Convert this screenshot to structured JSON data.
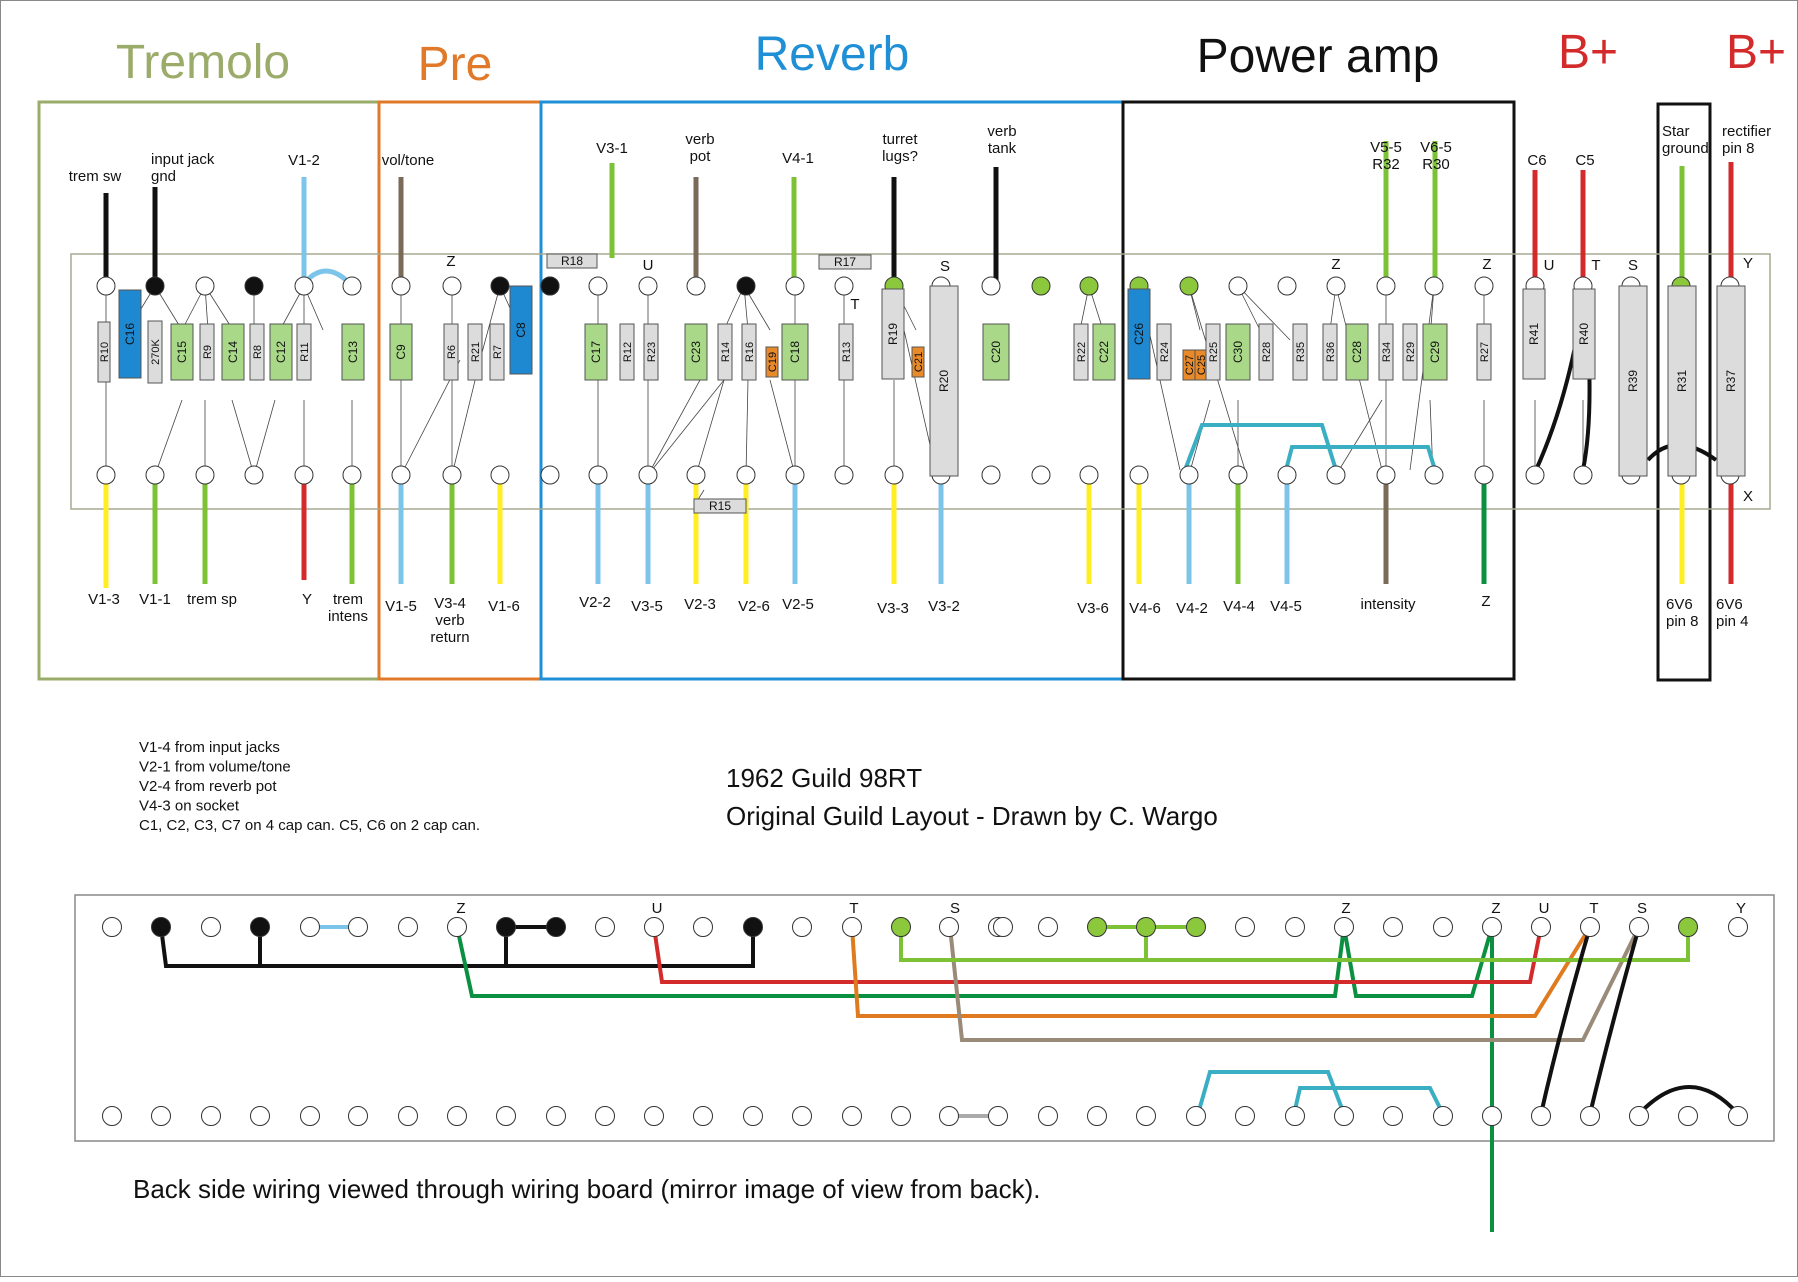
{
  "sections": {
    "tremolo": {
      "label": "Tremolo",
      "color": "#9aab6a"
    },
    "pre": {
      "label": "Pre",
      "color": "#e07a2a"
    },
    "reverb": {
      "label": "Reverb",
      "color": "#1f8fd6"
    },
    "power": {
      "label": "Power amp",
      "color": "#111111"
    },
    "bplus1": {
      "label": "B+",
      "color": "#d32b2b"
    },
    "bplus2": {
      "label": "B+",
      "color": "#d32b2b"
    }
  },
  "top_labels": [
    {
      "id": "trem-sw",
      "lines": [
        "trem sw"
      ]
    },
    {
      "id": "input-jack",
      "lines": [
        "input jack",
        "gnd"
      ]
    },
    {
      "id": "v1-2",
      "lines": [
        "V1-2"
      ]
    },
    {
      "id": "vol-tone",
      "lines": [
        "vol/tone"
      ]
    },
    {
      "id": "v3-1",
      "lines": [
        "V3-1"
      ]
    },
    {
      "id": "verb-pot",
      "lines": [
        "verb",
        "pot"
      ]
    },
    {
      "id": "v4-1",
      "lines": [
        "V4-1"
      ]
    },
    {
      "id": "turret",
      "lines": [
        "turret",
        "lugs?"
      ]
    },
    {
      "id": "verb-tank",
      "lines": [
        "verb",
        "tank"
      ]
    },
    {
      "id": "v5-5",
      "lines": [
        "V5-5",
        "R32"
      ]
    },
    {
      "id": "v6-5",
      "lines": [
        "V6-5",
        "R30"
      ]
    },
    {
      "id": "c6-top",
      "lines": [
        "C6"
      ]
    },
    {
      "id": "c5-top",
      "lines": [
        "C5"
      ]
    },
    {
      "id": "star-ground",
      "lines": [
        "Star",
        "ground"
      ]
    },
    {
      "id": "rect-pin8",
      "lines": [
        "rectifier",
        "pin 8"
      ]
    }
  ],
  "bottom_labels": [
    {
      "id": "v1-3",
      "lines": [
        "V1-3"
      ]
    },
    {
      "id": "v1-1",
      "lines": [
        "V1-1"
      ]
    },
    {
      "id": "trem-sp",
      "lines": [
        "trem sp"
      ]
    },
    {
      "id": "y-bot",
      "lines": [
        "Y"
      ]
    },
    {
      "id": "trem-intens",
      "lines": [
        "trem",
        "intens"
      ]
    },
    {
      "id": "v1-5",
      "lines": [
        "V1-5"
      ]
    },
    {
      "id": "v3-4",
      "lines": [
        "V3-4",
        "verb",
        "return"
      ]
    },
    {
      "id": "v1-6",
      "lines": [
        "V1-6"
      ]
    },
    {
      "id": "v2-2",
      "lines": [
        "V2-2"
      ]
    },
    {
      "id": "v3-5",
      "lines": [
        "V3-5"
      ]
    },
    {
      "id": "v2-3",
      "lines": [
        "V2-3"
      ]
    },
    {
      "id": "v2-6",
      "lines": [
        "V2-6"
      ]
    },
    {
      "id": "v2-5",
      "lines": [
        "V2-5"
      ]
    },
    {
      "id": "v3-3",
      "lines": [
        "V3-3"
      ]
    },
    {
      "id": "v3-2",
      "lines": [
        "V3-2"
      ]
    },
    {
      "id": "v3-6",
      "lines": [
        "V3-6"
      ]
    },
    {
      "id": "v4-6",
      "lines": [
        "V4-6"
      ]
    },
    {
      "id": "v4-2",
      "lines": [
        "V4-2"
      ]
    },
    {
      "id": "v4-4",
      "lines": [
        "V4-4"
      ]
    },
    {
      "id": "v4-5",
      "lines": [
        "V4-5"
      ]
    },
    {
      "id": "intensity",
      "lines": [
        "intensity"
      ]
    },
    {
      "id": "z-bot",
      "lines": [
        "Z"
      ]
    },
    {
      "id": "6v6-pin8",
      "lines": [
        "6V6",
        "pin 8"
      ]
    },
    {
      "id": "6v6-pin4",
      "lines": [
        "6V6",
        "pin 4"
      ]
    }
  ],
  "board_letters": [
    {
      "id": "z1",
      "text": "Z"
    },
    {
      "id": "u1",
      "text": "U"
    },
    {
      "id": "t1",
      "text": "T"
    },
    {
      "id": "s1",
      "text": "S"
    },
    {
      "id": "z2",
      "text": "Z"
    },
    {
      "id": "z3",
      "text": "Z"
    },
    {
      "id": "u2",
      "text": "U"
    },
    {
      "id": "t2",
      "text": "T"
    },
    {
      "id": "s2",
      "text": "S"
    },
    {
      "id": "y1",
      "text": "Y"
    },
    {
      "id": "x1",
      "text": "X"
    }
  ],
  "components": [
    {
      "id": "R10",
      "label": "R10",
      "kind": "resistor"
    },
    {
      "id": "C16",
      "label": "C16",
      "kind": "cap-blue"
    },
    {
      "id": "270K",
      "label": "270K",
      "kind": "resistor"
    },
    {
      "id": "C15",
      "label": "C15",
      "kind": "cap-green"
    },
    {
      "id": "R9",
      "label": "R9",
      "kind": "resistor"
    },
    {
      "id": "C14",
      "label": "C14",
      "kind": "cap-green"
    },
    {
      "id": "R8",
      "label": "R8",
      "kind": "resistor"
    },
    {
      "id": "C12",
      "label": "C12",
      "kind": "cap-green"
    },
    {
      "id": "R11",
      "label": "R11",
      "kind": "resistor"
    },
    {
      "id": "C13",
      "label": "C13",
      "kind": "cap-green"
    },
    {
      "id": "C9",
      "label": "C9",
      "kind": "cap-green"
    },
    {
      "id": "R6",
      "label": "R6",
      "kind": "resistor"
    },
    {
      "id": "R21",
      "label": "R21",
      "kind": "resistor"
    },
    {
      "id": "R7",
      "label": "R7",
      "kind": "resistor"
    },
    {
      "id": "C8",
      "label": "C8",
      "kind": "cap-blue"
    },
    {
      "id": "C17",
      "label": "C17",
      "kind": "cap-green"
    },
    {
      "id": "R12",
      "label": "R12",
      "kind": "resistor"
    },
    {
      "id": "R23",
      "label": "R23",
      "kind": "resistor"
    },
    {
      "id": "C23",
      "label": "C23",
      "kind": "cap-green"
    },
    {
      "id": "R14",
      "label": "R14",
      "kind": "resistor"
    },
    {
      "id": "R16",
      "label": "R16",
      "kind": "resistor"
    },
    {
      "id": "C19",
      "label": "C19",
      "kind": "cap-orange"
    },
    {
      "id": "C18",
      "label": "C18",
      "kind": "cap-green"
    },
    {
      "id": "R13",
      "label": "R13",
      "kind": "resistor"
    },
    {
      "id": "R19",
      "label": "R19",
      "kind": "resistor"
    },
    {
      "id": "C21",
      "label": "C21",
      "kind": "cap-orange"
    },
    {
      "id": "R20",
      "label": "R20",
      "kind": "resistor"
    },
    {
      "id": "C20",
      "label": "C20",
      "kind": "cap-green"
    },
    {
      "id": "R22",
      "label": "R22",
      "kind": "resistor"
    },
    {
      "id": "C22",
      "label": "C22",
      "kind": "cap-green"
    },
    {
      "id": "C26",
      "label": "C26",
      "kind": "cap-blue"
    },
    {
      "id": "R24",
      "label": "R24",
      "kind": "resistor"
    },
    {
      "id": "C27",
      "label": "C27",
      "kind": "cap-orange"
    },
    {
      "id": "C25",
      "label": "C25",
      "kind": "cap-orange"
    },
    {
      "id": "R25",
      "label": "R25",
      "kind": "resistor"
    },
    {
      "id": "C30",
      "label": "C30",
      "kind": "cap-green"
    },
    {
      "id": "R28",
      "label": "R28",
      "kind": "resistor"
    },
    {
      "id": "R35",
      "label": "R35",
      "kind": "resistor"
    },
    {
      "id": "R36",
      "label": "R36",
      "kind": "resistor"
    },
    {
      "id": "C28",
      "label": "C28",
      "kind": "cap-green"
    },
    {
      "id": "R34",
      "label": "R34",
      "kind": "resistor"
    },
    {
      "id": "R29",
      "label": "R29",
      "kind": "resistor"
    },
    {
      "id": "C29",
      "label": "C29",
      "kind": "cap-green"
    },
    {
      "id": "R27",
      "label": "R27",
      "kind": "resistor"
    },
    {
      "id": "R41",
      "label": "R41",
      "kind": "resistor"
    },
    {
      "id": "R40",
      "label": "R40",
      "kind": "resistor"
    },
    {
      "id": "R39",
      "label": "R39",
      "kind": "resistor"
    },
    {
      "id": "R31",
      "label": "R31",
      "kind": "resistor"
    },
    {
      "id": "R37",
      "label": "R37",
      "kind": "resistor"
    },
    {
      "id": "R18",
      "label": "R18",
      "kind": "resistor"
    },
    {
      "id": "R17",
      "label": "R17",
      "kind": "resistor"
    },
    {
      "id": "R15",
      "label": "R15",
      "kind": "resistor"
    }
  ],
  "notes": [
    "V1-4 from input jacks",
    "V2-1 from volume/tone",
    "V2-4 from reverb pot",
    "V4-3 on socket",
    "C1, C2, C3, C7 on 4 cap can.  C5, C6 on 2 cap can."
  ],
  "title": {
    "line1": "1962 Guild 98RT",
    "line2": "Original Guild Layout - Drawn by C. Wargo"
  },
  "caption": "Back side wiring viewed through wiring board (mirror image of view from back).",
  "colors": {
    "resistor": "#dcdcdc",
    "cap_green": "#a8d888",
    "cap_blue": "#1e88d0",
    "cap_orange": "#e88a2a",
    "wire_yellow": "#ffee22",
    "wire_green": "#7cc234",
    "wire_lightblue": "#7cc4ea",
    "wire_red": "#d32b2b",
    "wire_black": "#111111",
    "wire_brown": "#7a6a58",
    "wire_teal": "#3aaec2",
    "wire_darkgreen": "#0a9040",
    "wire_orange": "#e07a1e",
    "wire_tan": "#9a8a78",
    "wire_gray": "#aaaaaa"
  }
}
